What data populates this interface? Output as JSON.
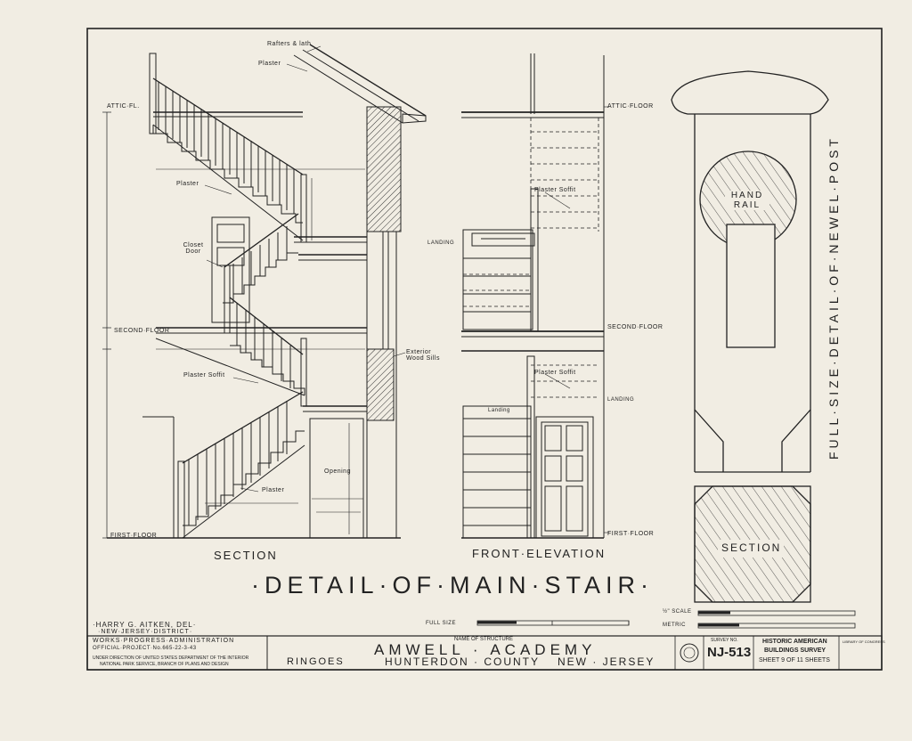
{
  "drawing": {
    "main_title": "·DETAIL·OF·MAIN·STAIR·",
    "views": {
      "section": "SECTION",
      "front_elevation": "FRONT·ELEVATION",
      "newel_title": "FULL·SIZE·DETAIL·OF·NEWEL·POST",
      "newel_section": "SECTION",
      "hand_rail": "HAND RAIL"
    },
    "labels": {
      "rafters_lath": "Rafters & lath",
      "plaster_top": "Plaster",
      "attic_fl": "ATTIC·FL.",
      "plaster_left": "Plaster",
      "closet_door": "Closet Door",
      "second_floor": "SECOND·FLOOR",
      "plaster_soffit": "Plaster Soffit",
      "exterior_wood_sills": "Exterior Wood Sills",
      "opening": "Opening",
      "plaster_bottom": "Plaster",
      "first_floor": "FIRST·FLOOR",
      "attic_floor_r": "ATTIC·FLOOR",
      "plaster_soffit_r1": "Plaster Soffit",
      "landing_1": "LANDING",
      "second_floor_r": "SECOND·FLOOR",
      "plaster_soffit_r2": "Plaster Soffit",
      "landing_2": "LANDING",
      "landing_3": "Landing",
      "first_floor_r": "FIRST·FLOOR"
    },
    "scales": {
      "full_size": "FULL SIZE",
      "ft_scale": "½\" SCALE",
      "metric": "METRIC"
    }
  },
  "title_block": {
    "delineator": "·HARRY G. AITKEN, DEL·",
    "district": "·NEW·JERSEY·DISTRICT·",
    "wpa": "WORKS·PROGRESS·ADMINISTRATION",
    "project": "OFFICIAL·PROJECT·No.665-22-3-43",
    "direction": "UNDER DIRECTION OF UNITED STATES DEPARTMENT OF THE INTERIOR",
    "park_service": "NATIONAL PARK SERVICE, BRANCH OF PLANS AND DESIGN",
    "name_label": "NAME OF STRUCTURE",
    "structure": "AMWELL · ACADEMY",
    "location_town": "RINGOES",
    "location_county": "HUNTERDON · COUNTY",
    "location_state": "NEW · JERSEY",
    "survey_label": "SURVEY NO.",
    "survey_no": "NJ-513",
    "habs_1": "HISTORIC AMERICAN",
    "habs_2": "BUILDINGS SURVEY",
    "sheet": "SHEET 9 OF 11 SHEETS",
    "loc": "LIBRARY OF CONGRESS"
  },
  "colors": {
    "paper": "#f1ede3",
    "ink": "#222222"
  }
}
